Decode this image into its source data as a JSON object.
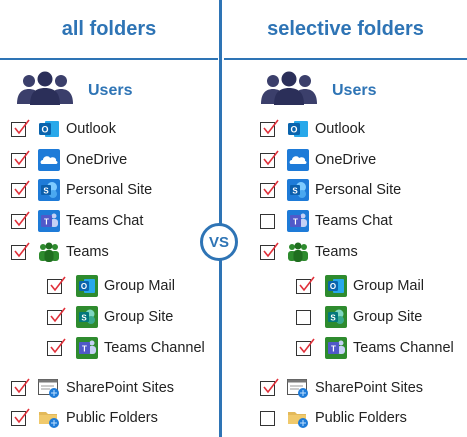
{
  "left": {
    "title": "all folders",
    "users_label": "Users",
    "items": [
      {
        "label": "Outlook",
        "checked": true,
        "icon": "outlook-icon"
      },
      {
        "label": "OneDrive",
        "checked": true,
        "icon": "onedrive-icon"
      },
      {
        "label": "Personal Site",
        "checked": true,
        "icon": "sharepoint-icon"
      },
      {
        "label": "Teams Chat",
        "checked": true,
        "icon": "teams-icon"
      },
      {
        "label": "Teams",
        "checked": true,
        "icon": "teams-group-icon"
      },
      {
        "label": "Group Mail",
        "checked": true,
        "icon": "group-mail-icon"
      },
      {
        "label": "Group Site",
        "checked": true,
        "icon": "group-site-icon"
      },
      {
        "label": "Teams Channel",
        "checked": true,
        "icon": "teams-channel-icon"
      },
      {
        "label": "SharePoint Sites",
        "checked": true,
        "icon": "sharepoint-sites-icon"
      },
      {
        "label": "Public Folders",
        "checked": true,
        "icon": "public-folders-icon"
      }
    ]
  },
  "right": {
    "title": "selective folders",
    "users_label": "Users",
    "items": [
      {
        "label": "Outlook",
        "checked": true,
        "icon": "outlook-icon"
      },
      {
        "label": "OneDrive",
        "checked": true,
        "icon": "onedrive-icon"
      },
      {
        "label": "Personal Site",
        "checked": true,
        "icon": "sharepoint-icon"
      },
      {
        "label": "Teams Chat",
        "checked": false,
        "icon": "teams-icon"
      },
      {
        "label": "Teams",
        "checked": true,
        "icon": "teams-group-icon"
      },
      {
        "label": "Group Mail",
        "checked": true,
        "icon": "group-mail-icon"
      },
      {
        "label": "Group Site",
        "checked": false,
        "icon": "group-site-icon"
      },
      {
        "label": "Teams Channel",
        "checked": true,
        "icon": "teams-channel-icon"
      },
      {
        "label": "SharePoint Sites",
        "checked": true,
        "icon": "sharepoint-sites-icon"
      },
      {
        "label": "Public Folders",
        "checked": false,
        "icon": "public-folders-icon"
      }
    ]
  },
  "vs_label": "VS",
  "colors": {
    "accent": "#2e74b5",
    "check": "#e0303a"
  }
}
